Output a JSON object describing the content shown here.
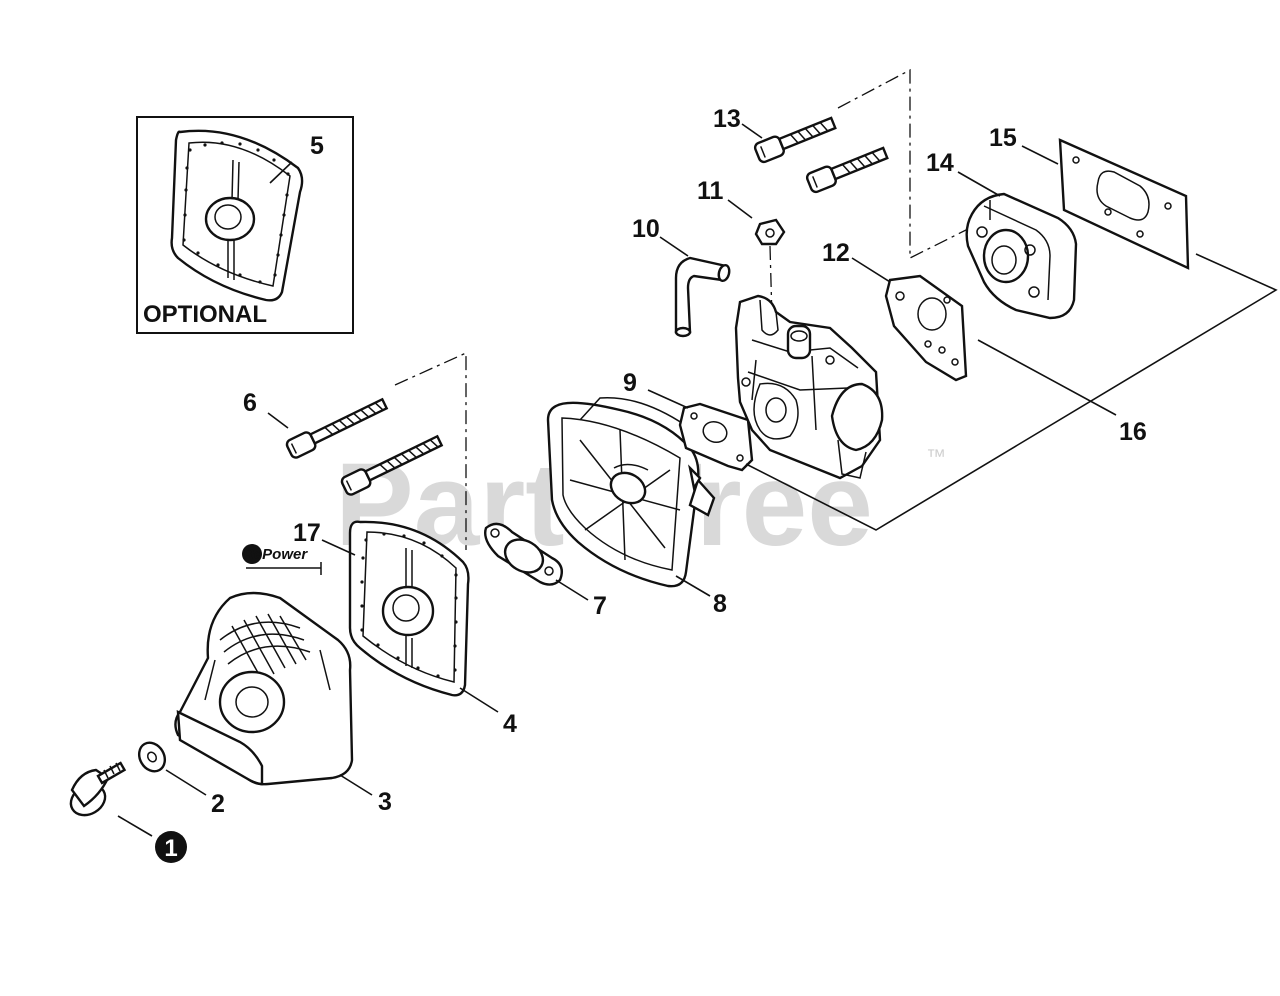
{
  "diagram": {
    "watermark": "PartsTree",
    "trademark": "™",
    "optional_label": "OPTIONAL",
    "repower_badge": "RePower",
    "callouts": {
      "c1": "1",
      "c2": "2",
      "c3": "3",
      "c4": "4",
      "c5": "5",
      "c6": "6",
      "c7": "7",
      "c8": "8",
      "c9": "9",
      "c10": "10",
      "c11": "11",
      "c12": "12",
      "c13": "13",
      "c14": "14",
      "c15": "15",
      "c16": "16",
      "c17": "17"
    },
    "colors": {
      "line": "#111111",
      "watermark": "#d9d9d9",
      "background": "#ffffff"
    }
  }
}
